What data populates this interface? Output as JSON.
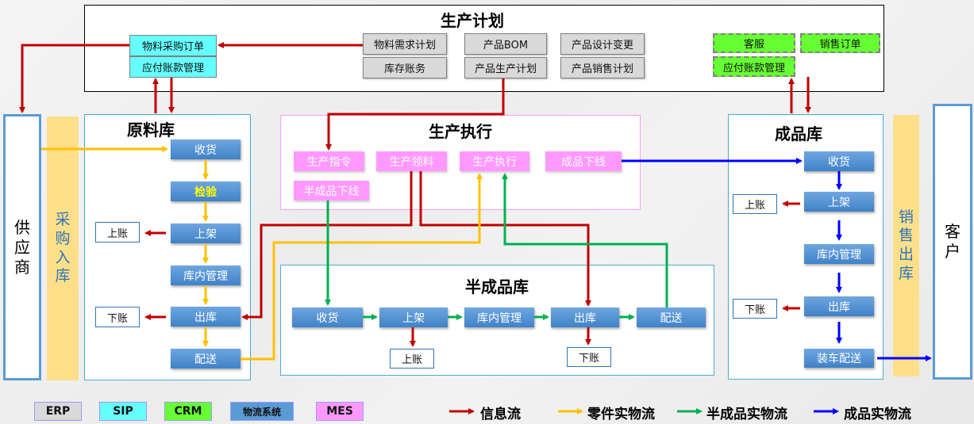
{
  "production_plan": {
    "title": "生产计划",
    "sip_boxes": [
      "物料采购订单",
      "应付账款管理"
    ],
    "erp_boxes": [
      "物料需求计划",
      "库存账务",
      "产品BOM",
      "产品生产计划",
      "产品设计变更",
      "产品销售计划"
    ],
    "crm_boxes": [
      "客服",
      "销售订单",
      "应付账款管理"
    ]
  },
  "supplier": {
    "label": [
      "供",
      "应",
      "商"
    ]
  },
  "customer": {
    "label": [
      "客",
      "户"
    ]
  },
  "purchase_inbound": {
    "label": [
      "采",
      "购",
      "入",
      "库"
    ]
  },
  "sales_outbound": {
    "label": [
      "销",
      "售",
      "出",
      "库"
    ]
  },
  "raw_warehouse": {
    "title": "原料库",
    "steps": [
      "收货",
      "检验",
      "上架",
      "库内管理",
      "出库",
      "配送"
    ],
    "accounts": [
      "上账",
      "下账"
    ]
  },
  "production_exec": {
    "title": "生产执行",
    "steps": [
      "生产指令",
      "生产领料",
      "生产执行",
      "成品下线",
      "半成品下线"
    ]
  },
  "semi_warehouse": {
    "title": "半成品库",
    "steps": [
      "收货",
      "上架",
      "库内管理",
      "出库",
      "配送"
    ],
    "accounts": [
      "上账",
      "下账"
    ]
  },
  "finished_warehouse": {
    "title": "成品库",
    "steps": [
      "收货",
      "上架",
      "库内管理",
      "出库",
      "装车配送"
    ],
    "accounts": [
      "上账",
      "下账"
    ]
  },
  "legend": {
    "systems": [
      {
        "label": "ERP",
        "color": "#d9d9d9"
      },
      {
        "label": "SIP",
        "color": "#66ffff"
      },
      {
        "label": "CRM",
        "color": "#66ff33"
      },
      {
        "label": "物流系统",
        "color": "#5b9bd5"
      },
      {
        "label": "MES",
        "color": "#ff99ff"
      }
    ],
    "flows": [
      {
        "label": "信息流",
        "color": "#c00000"
      },
      {
        "label": "零件实物流",
        "color": "#ffc000"
      },
      {
        "label": "半成品实物流",
        "color": "#00b050"
      },
      {
        "label": "成品实物流",
        "color": "#0000ff"
      }
    ]
  }
}
